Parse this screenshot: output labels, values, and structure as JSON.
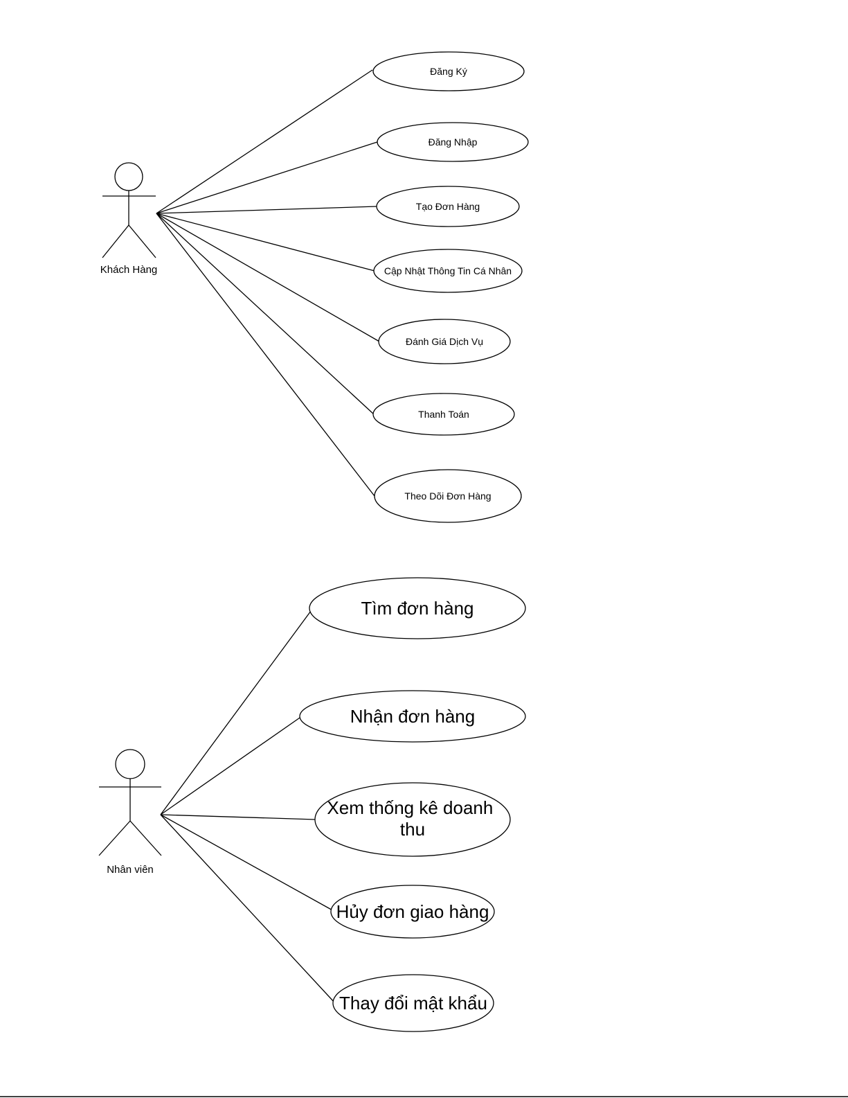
{
  "diagrams": [
    {
      "actor": {
        "name": "Khách Hàng"
      },
      "use_cases": [
        {
          "label": "Đăng Ký"
        },
        {
          "label": "Đăng Nhập"
        },
        {
          "label": "Tạo Đơn Hàng"
        },
        {
          "label": "Cập Nhật Thông Tin Cá Nhân"
        },
        {
          "label": "Đánh Giá Dịch Vụ"
        },
        {
          "label": "Thanh Toán"
        },
        {
          "label": "Theo Dõi Đơn Hàng"
        }
      ]
    },
    {
      "actor": {
        "name": "Nhân viên"
      },
      "use_cases": [
        {
          "label": "Tìm đơn hàng"
        },
        {
          "label": "Nhận đơn hàng"
        },
        {
          "label": "Xem thống kê doanh thu"
        },
        {
          "label": "Hủy đơn giao hàng"
        },
        {
          "label": "Thay đổi mật khẩu"
        }
      ]
    }
  ]
}
